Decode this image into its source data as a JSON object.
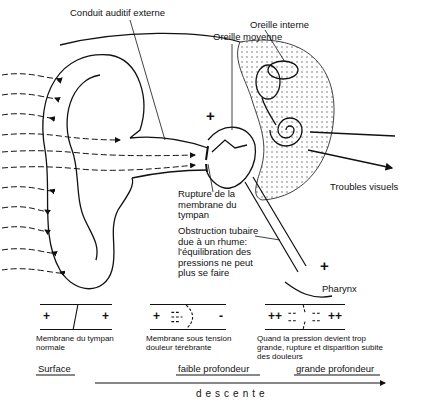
{
  "diagram": {
    "nodes": [
      {
        "text": [
          "+",
          "+",
          "Membrane du tympan normale"
        ]
      },
      {
        "text": [
          "+",
          "-",
          "Membrane sous tension douleur térébrante"
        ]
      },
      {
        "text": [
          "++",
          "++",
          "Quand la pression devient trop grande, rupture et disparition subite des douleurs"
        ]
      }
    ],
    "labels": [
      "Conduit auditif externe",
      "Oreille interne",
      "Oreille moyenne",
      "+",
      "Troubles visuels",
      "Rupture de la membrane du tympan",
      "Obstruction tubaire due à un rhume: l'équilibration des pressions ne peut plus se faire",
      "+",
      "Pharynx",
      "Surface",
      "faible profondeur",
      "grande profondeur",
      "descente"
    ]
  }
}
